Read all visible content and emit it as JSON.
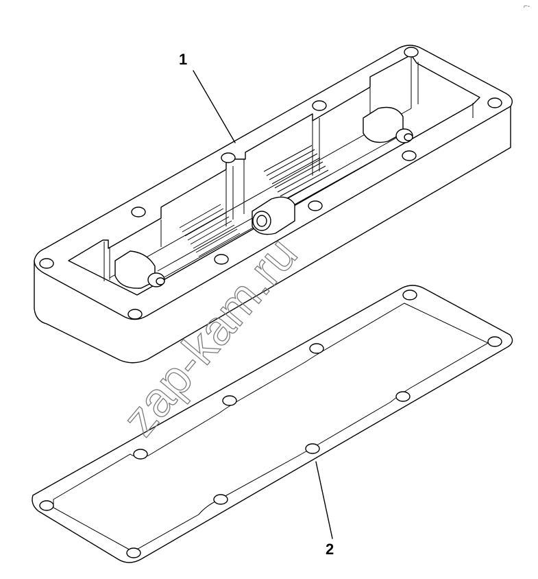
{
  "diagram": {
    "callouts": [
      {
        "number": "1",
        "part": "cover"
      },
      {
        "number": "2",
        "part": "gasket"
      }
    ],
    "watermark": "zap-kam.ru",
    "corner_mark": "⌐-"
  }
}
